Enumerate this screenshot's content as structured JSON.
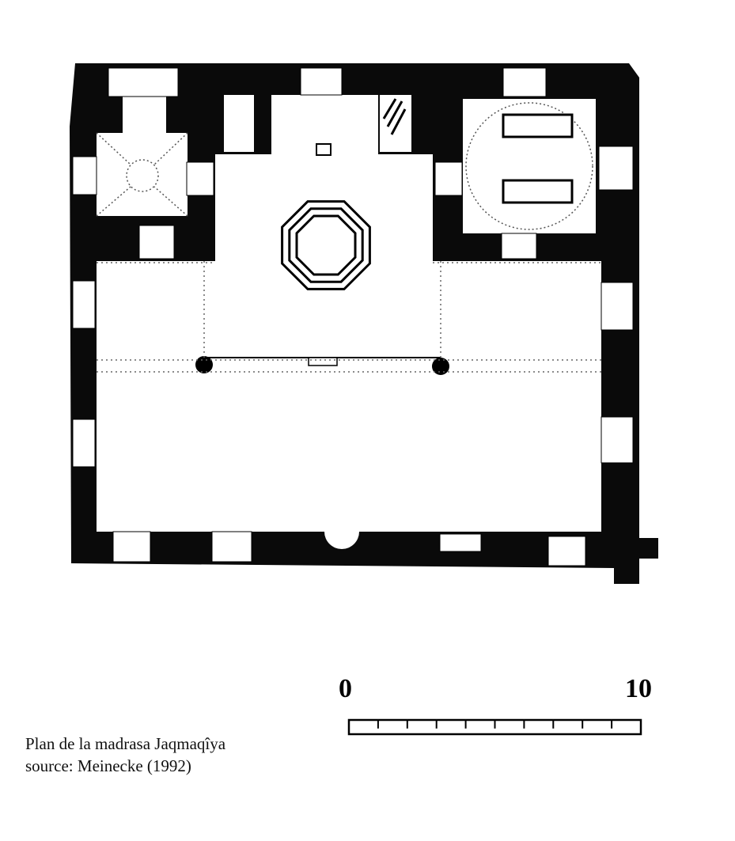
{
  "caption": {
    "title": "Plan de la madrasa Jaqmaqîya",
    "source": "source: Meinecke (1992)"
  },
  "scale_bar": {
    "start_label": "0",
    "end_label": "10",
    "divisions": 10
  },
  "colors": {
    "wall": "#0a0a0a",
    "background": "#ffffff"
  }
}
